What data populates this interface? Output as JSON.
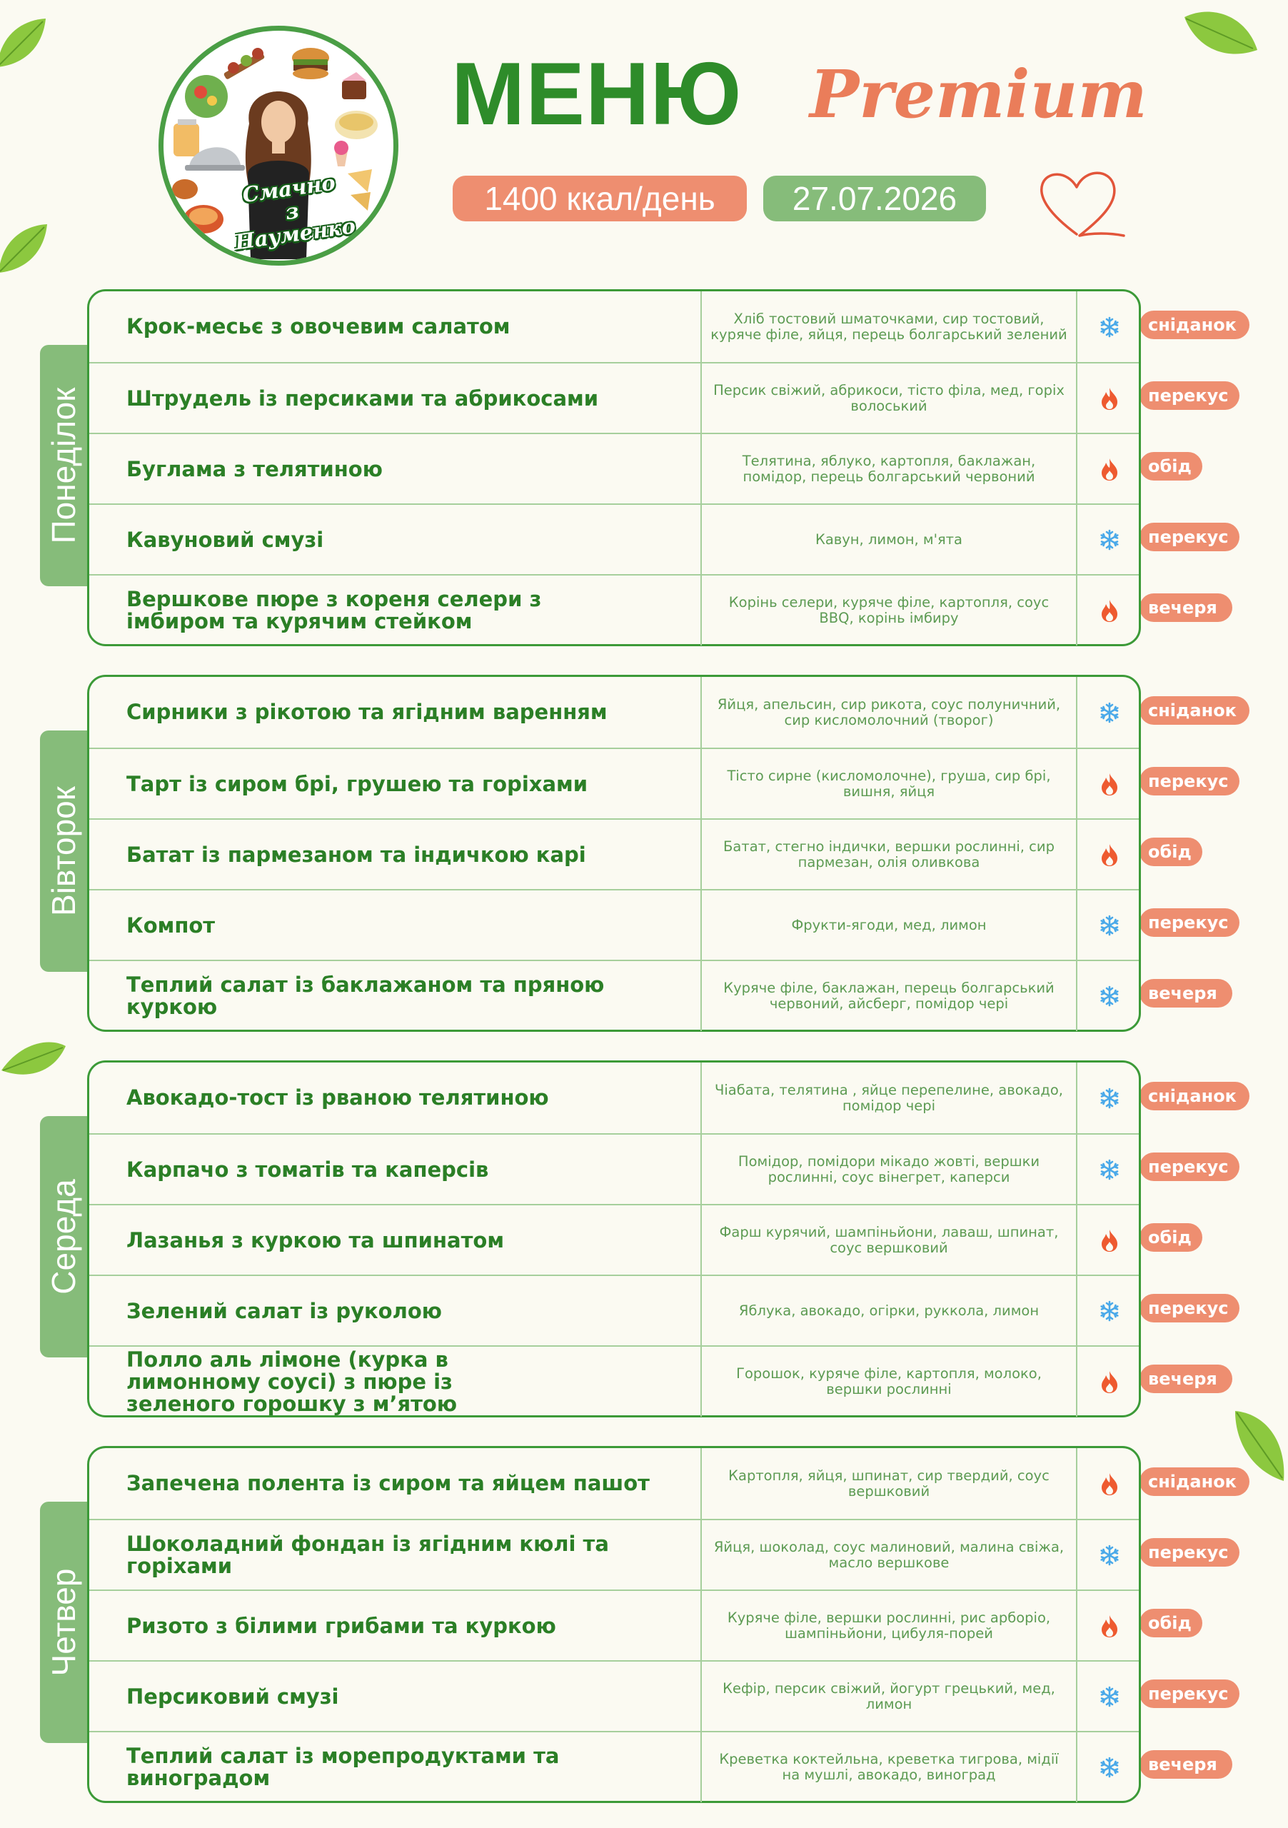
{
  "logo": {
    "text": [
      "Смачно",
      "з Науменко"
    ],
    "accent": "#4a9e45"
  },
  "header": {
    "title": "МЕНЮ",
    "subtitle": "Premium",
    "kcal": "1400 ккал/день",
    "date": "27.07.2026",
    "heart_icon": "heart-outline-icon"
  },
  "colors": {
    "green_dark": "#2e8c2a",
    "green_tab": "#86bc7a",
    "orange": "#ee8e70",
    "snowflake": "#4aa9e9",
    "flame": "#ee5a30",
    "background": "#fbfaf2"
  },
  "icons": {
    "cold": "snowflake-icon",
    "hot": "flame-icon"
  },
  "days": [
    {
      "name": "Понеділок",
      "meals": [
        {
          "dish": "Крок-месьє з овочевим салатом",
          "ingredients": "Хліб тостовий шматочками, сир тостовий, куряче філе, яйця, перець болгарський зелений",
          "temp": "cold",
          "meal": "сніданок"
        },
        {
          "dish": "Штрудель із персиками та абрикосами",
          "ingredients": "Персик свіжий, абрикоси, тісто філа, мед, горіх волоський",
          "temp": "hot",
          "meal": "перекус"
        },
        {
          "dish": "Буглама з телятиною",
          "ingredients": "Телятина, яблуко, картопля, баклажан, помідор, перець болгарський червоний",
          "temp": "hot",
          "meal": "обід"
        },
        {
          "dish": "Кавуновий смузі",
          "ingredients": "Кавун, лимон, м'ята",
          "temp": "cold",
          "meal": "перекус"
        },
        {
          "dish": "Вершкове пюре з кореня селери з імбиром та курячим стейком",
          "ingredients": "Корінь селери, куряче філе, картопля, соус BBQ, корінь імбиру",
          "temp": "hot",
          "meal": "вечеря"
        }
      ]
    },
    {
      "name": "Вівторок",
      "meals": [
        {
          "dish": "Сирники з рікотою та ягідним варенням",
          "ingredients": "Яйця, апельсин, сир рикота, соус полуничний, сир кисломолочний (творог)",
          "temp": "cold",
          "meal": "сніданок"
        },
        {
          "dish": "Тарт із сиром брі, грушею та горіхами",
          "ingredients": "Тісто сирне (кисломолочне), груша, сир брі, вишня, яйця",
          "temp": "hot",
          "meal": "перекус"
        },
        {
          "dish": "Батат із пармезаном та індичкою карі",
          "ingredients": "Батат, стегно індички, вершки рослинні, сир пармезан, олія оливкова",
          "temp": "hot",
          "meal": "обід"
        },
        {
          "dish": "Компот",
          "ingredients": "Фрукти-ягоди, мед, лимон",
          "temp": "cold",
          "meal": "перекус"
        },
        {
          "dish": "Теплий салат із баклажаном та пряною куркою",
          "ingredients": "Куряче філе, баклажан, перець болгарський червоний, айсберг, помідор чері",
          "temp": "cold",
          "meal": "вечеря"
        }
      ]
    },
    {
      "name": "Середа",
      "meals": [
        {
          "dish": "Авокадо-тост із рваною телятиною",
          "ingredients": "Чіабата, телятина , яйце перепелине, авокадо, помідор чері",
          "temp": "cold",
          "meal": "сніданок"
        },
        {
          "dish": "Карпачо з томатів та каперсів",
          "ingredients": "Помідор, помідори мікадо жовті, вершки рослинні, соус вінегрет, каперси",
          "temp": "cold",
          "meal": "перекус"
        },
        {
          "dish": "Лазанья з куркою та шпинатом",
          "ingredients": "Фарш курячий, шампіньйони, лаваш, шпинат, соус вершковий",
          "temp": "hot",
          "meal": "обід"
        },
        {
          "dish": "Зелений салат із руколою",
          "ingredients": "Яблука, авокадо, огірки, руккола, лимон",
          "temp": "cold",
          "meal": "перекус"
        },
        {
          "dish": "Полло аль лімоне (курка в лимонному соусі) з пюре із зеленого горошку з м’ятою",
          "ingredients": "Горошок, куряче філе, картопля, молоко, вершки рослинні",
          "temp": "hot",
          "meal": "вечеря"
        }
      ]
    },
    {
      "name": "Четвер",
      "meals": [
        {
          "dish": "Запечена полента із сиром та яйцем пашот",
          "ingredients": "Картопля, яйця, шпинат, сир твердий, соус вершковий",
          "temp": "hot",
          "meal": "сніданок"
        },
        {
          "dish": "Шоколадний фондан із ягідним кюлі та горіхами",
          "ingredients": "Яйця, шоколад, соус малиновий, малина свіжа, масло вершкове",
          "temp": "cold",
          "meal": "перекус"
        },
        {
          "dish": "Ризото з білими грибами та куркою",
          "ingredients": "Куряче філе, вершки рослинні, рис арборіо, шампіньйони, цибуля-порей",
          "temp": "hot",
          "meal": "обід"
        },
        {
          "dish": "Персиковий смузі",
          "ingredients": "Кефір, персик свіжий, йогурт грецький, мед, лимон",
          "temp": "cold",
          "meal": "перекус"
        },
        {
          "dish": "Теплий салат із морепродуктами та виноградом",
          "ingredients": "Креветка коктейльна, креветка тигрова, мідії на мушлі, авокадо, виноград",
          "temp": "cold",
          "meal": "вечеря"
        }
      ]
    }
  ]
}
